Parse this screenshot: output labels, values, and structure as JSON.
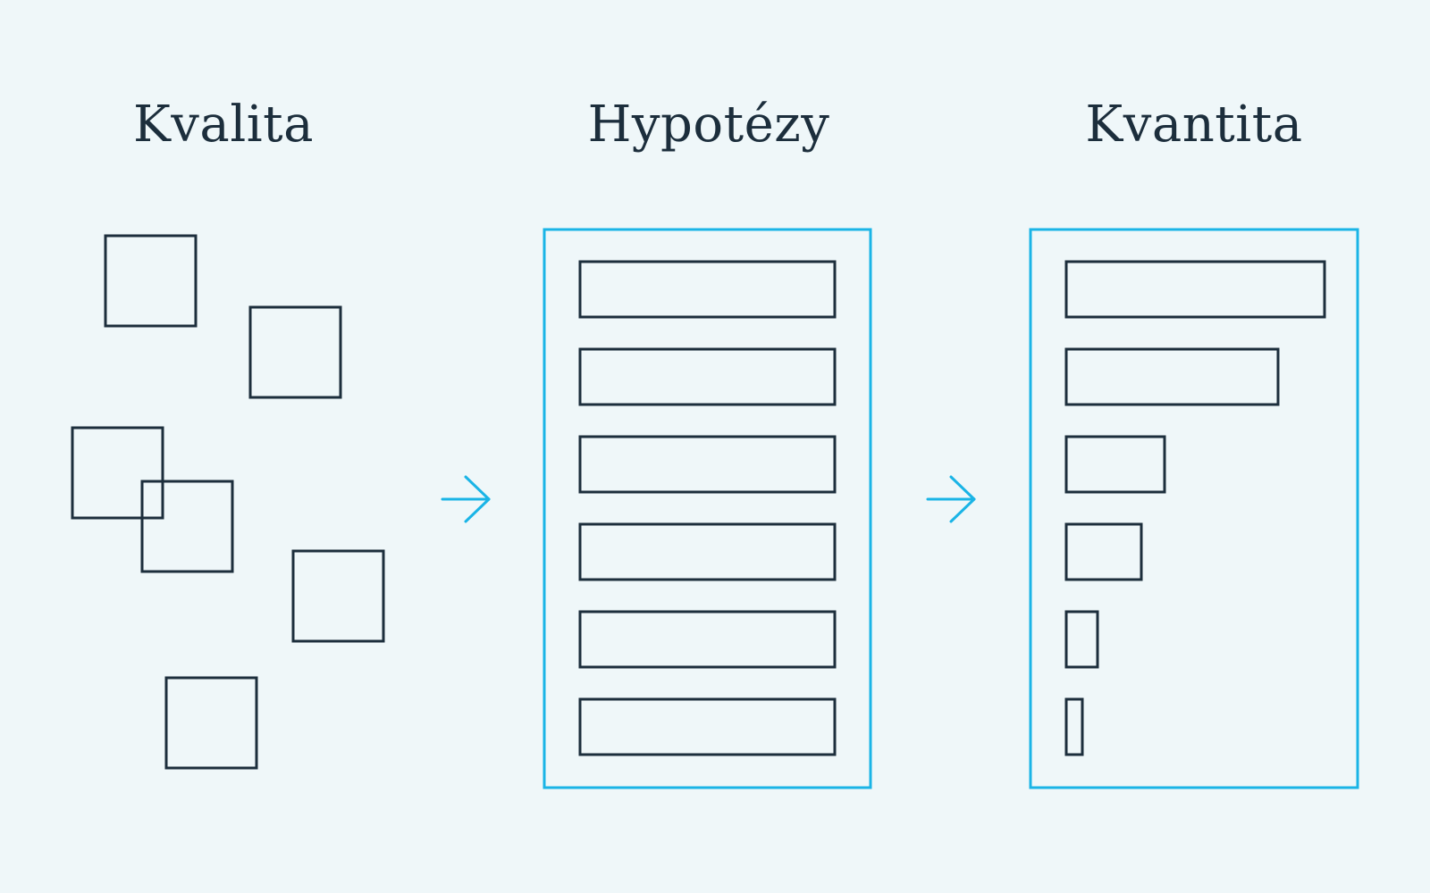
{
  "columns": [
    {
      "title": "Kvalita"
    },
    {
      "title": "Hypotézy"
    },
    {
      "title": "Kvantita"
    }
  ],
  "quantity_levels": [
    1.0,
    0.82,
    0.38,
    0.29,
    0.12,
    0.06
  ],
  "colors": {
    "background": "#eff7f9",
    "ink": "#1c2e3c",
    "accent": "#1ab4e6"
  },
  "icons": [
    "arrow-right-icon",
    "arrow-right-icon"
  ]
}
